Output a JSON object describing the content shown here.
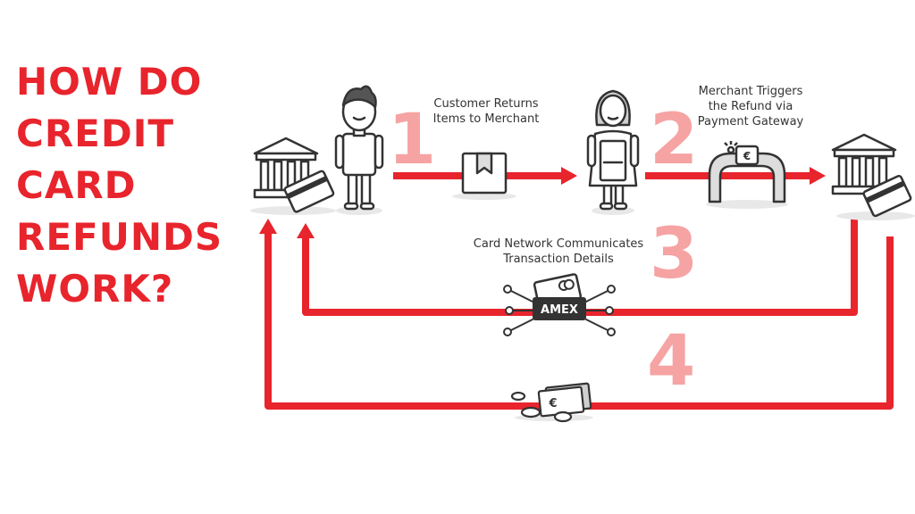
{
  "title": {
    "lines": [
      "HOW DO",
      "CREDIT",
      "CARD",
      "REFUNDS",
      "WORK?"
    ]
  },
  "steps": [
    {
      "number": "1",
      "caption_lines": [
        "Customer Returns",
        "Items to Merchant"
      ]
    },
    {
      "number": "2",
      "caption_lines": [
        "Merchant Triggers",
        "the Refund via",
        "Payment Gateway"
      ]
    },
    {
      "number": "3",
      "caption_lines": [
        "Card Network Communicates",
        "Transaction Details"
      ]
    },
    {
      "number": "4",
      "caption_lines": []
    }
  ],
  "card_network": {
    "label": "AMEX"
  },
  "gateway_icon": {
    "symbol": "€"
  },
  "cash_icon": {
    "symbol": "€"
  },
  "colors": {
    "accent": "#e8242c",
    "step_number": "#f6a3a3",
    "ink": "#333333"
  },
  "icons": [
    "bank-icon",
    "credit-card-icon",
    "customer-icon",
    "package-icon",
    "merchant-icon",
    "payment-gateway-icon",
    "card-network-icon",
    "cash-icon"
  ]
}
